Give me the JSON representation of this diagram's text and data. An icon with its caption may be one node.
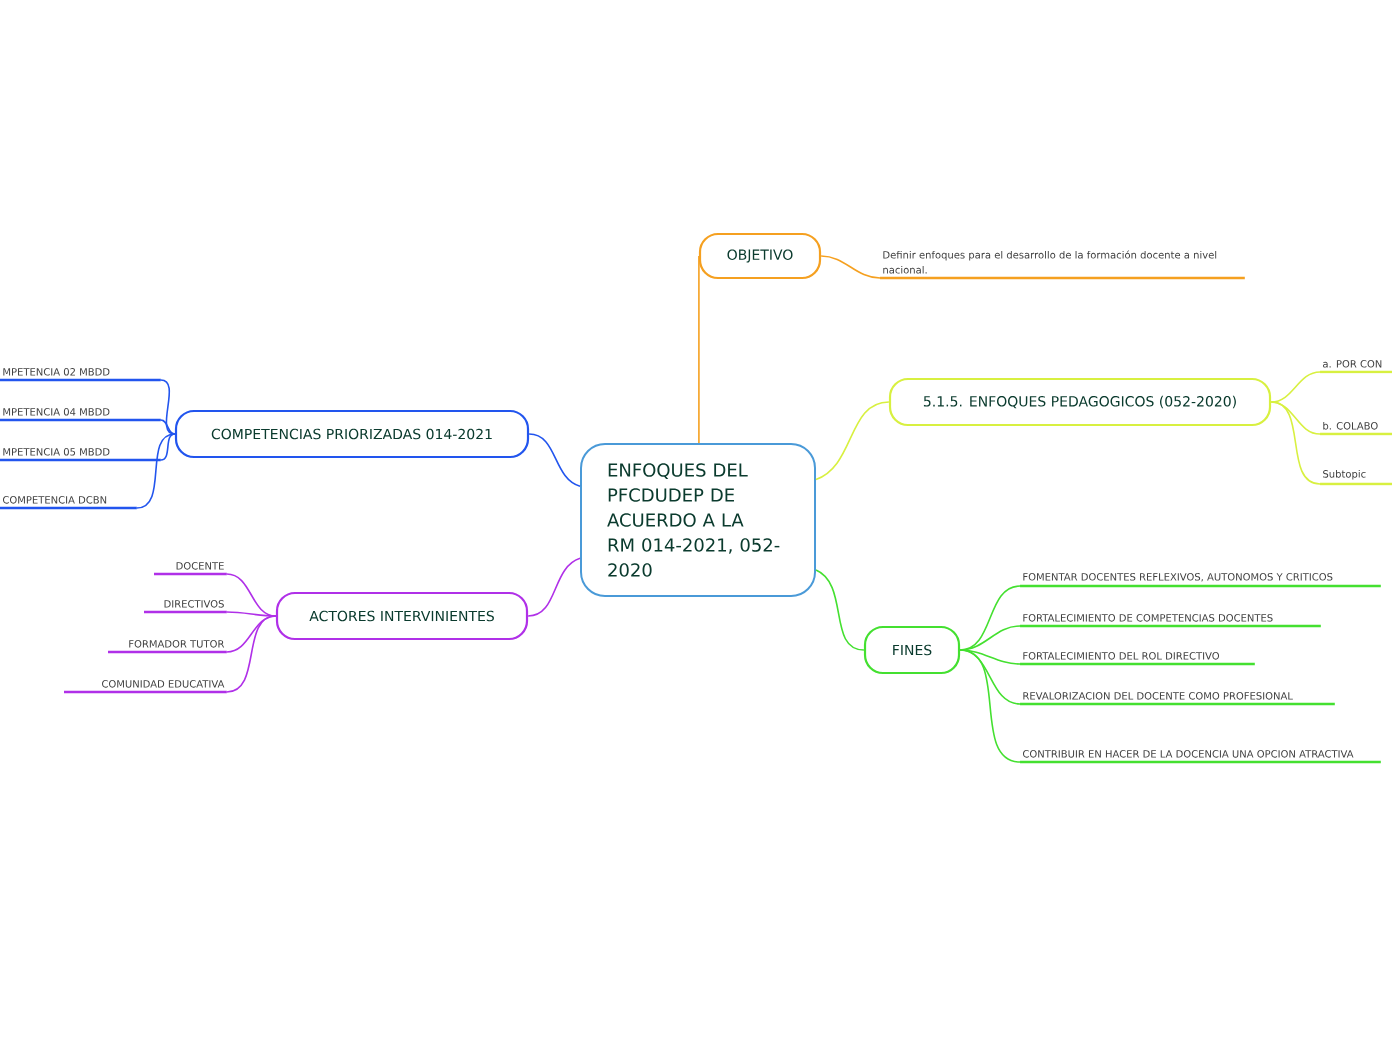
{
  "diagram": {
    "nodes": [
      {
        "text": [
          "ENFOQUES DEL PFCDUDEP DE ACUERDO A LA RM 014-2021, 052-2020"
        ]
      },
      {
        "text": [
          "OBJETIVO"
        ]
      },
      {
        "text": [
          "Definir enfoques para el desarrollo de la formación docente a nivel nacional."
        ]
      },
      {
        "text": [
          "5.1.5. ENFOQUES PEDAGOGICOS (052-2020)"
        ]
      },
      {
        "text": [
          "a. POR CON"
        ]
      },
      {
        "text": [
          "b. COLABO"
        ]
      },
      {
        "text": [
          "Subtopic"
        ]
      },
      {
        "text": [
          "FINES"
        ]
      },
      {
        "text": [
          "FOMENTAR DOCENTES REFLEXIVOS, AUTONOMOS Y CRITICOS"
        ]
      },
      {
        "text": [
          "FORTALECIMIENTO DE COMPETENCIAS DOCENTES"
        ]
      },
      {
        "text": [
          "FORTALECIMIENTO DEL ROL DIRECTIVO"
        ]
      },
      {
        "text": [
          "REVALORIZACION DEL DOCENTE COMO PROFESIONAL"
        ]
      },
      {
        "text": [
          "CONTRIBUIR EN HACER DE LA DOCENCIA UNA OPCION ATRACTIVA"
        ]
      },
      {
        "text": [
          "COMPETENCIAS PRIORIZADAS 014-2021"
        ]
      },
      {
        "text": [
          "MPETENCIA 02 MBDD"
        ]
      },
      {
        "text": [
          "MPETENCIA 04 MBDD"
        ]
      },
      {
        "text": [
          "MPETENCIA 05 MBDD"
        ]
      },
      {
        "text": [
          "COMPETENCIA DCBN"
        ]
      },
      {
        "text": [
          "ACTORES INTERVINIENTES"
        ]
      },
      {
        "text": [
          "DOCENTE"
        ]
      },
      {
        "text": [
          "DIRECTIVOS"
        ]
      },
      {
        "text": [
          "FORMADOR TUTOR"
        ]
      },
      {
        "text": [
          "COMUNIDAD EDUCATIVA"
        ]
      }
    ],
    "edges": [
      {
        "from": 0,
        "to": 1,
        "arrow": "none",
        "color": "#f5a020"
      },
      {
        "from": 1,
        "to": 2,
        "arrow": "none",
        "color": "#f5a020"
      },
      {
        "from": 0,
        "to": 3,
        "arrow": "none",
        "color": "#d8f040"
      },
      {
        "from": 3,
        "to": 4,
        "arrow": "none",
        "color": "#d8f040"
      },
      {
        "from": 3,
        "to": 5,
        "arrow": "none",
        "color": "#d8f040"
      },
      {
        "from": 3,
        "to": 6,
        "arrow": "none",
        "color": "#d8f040"
      },
      {
        "from": 0,
        "to": 7,
        "arrow": "none",
        "color": "#44e030"
      },
      {
        "from": 7,
        "to": 8,
        "arrow": "none",
        "color": "#44e030"
      },
      {
        "from": 7,
        "to": 9,
        "arrow": "none",
        "color": "#44e030"
      },
      {
        "from": 7,
        "to": 10,
        "arrow": "none",
        "color": "#44e030"
      },
      {
        "from": 7,
        "to": 11,
        "arrow": "none",
        "color": "#44e030"
      },
      {
        "from": 7,
        "to": 12,
        "arrow": "none",
        "color": "#44e030"
      },
      {
        "from": 0,
        "to": 13,
        "arrow": "none",
        "color": "#2255ee"
      },
      {
        "from": 13,
        "to": 14,
        "arrow": "none",
        "color": "#2255ee"
      },
      {
        "from": 13,
        "to": 15,
        "arrow": "none",
        "color": "#2255ee"
      },
      {
        "from": 13,
        "to": 16,
        "arrow": "none",
        "color": "#2255ee"
      },
      {
        "from": 13,
        "to": 17,
        "arrow": "none",
        "color": "#2255ee"
      },
      {
        "from": 0,
        "to": 18,
        "arrow": "none",
        "color": "#b030e8"
      },
      {
        "from": 18,
        "to": 19,
        "arrow": "none",
        "color": "#b030e8"
      },
      {
        "from": 18,
        "to": 20,
        "arrow": "none",
        "color": "#b030e8"
      },
      {
        "from": 18,
        "to": 21,
        "arrow": "none",
        "color": "#b030e8"
      },
      {
        "from": 18,
        "to": 22,
        "arrow": "none",
        "color": "#b030e8"
      }
    ]
  }
}
